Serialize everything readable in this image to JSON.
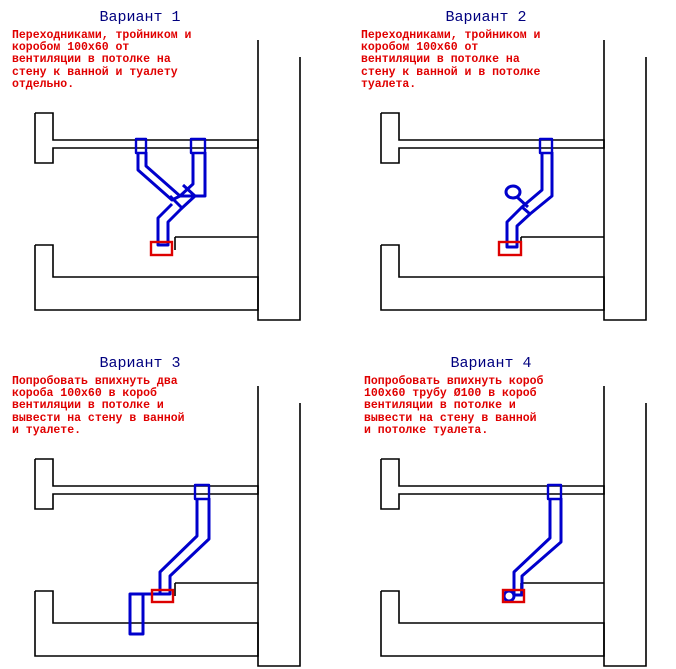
{
  "colors": {
    "wall": "#000000",
    "duct": "#0000cc",
    "marker": "#dd0000",
    "title": "#00007f",
    "text": "#e00000"
  },
  "variants": [
    {
      "title": "Вариант 1",
      "description": "Переходниками, тройником и\nкоробом 100x60 от\nвентиляции в потолке на\nстену к ванной и туалету\nотдельно."
    },
    {
      "title": "Вариант 2",
      "description": "Переходниками, тройником и\nкоробом 100x60 от\nвентиляции в потолке на\nстену к ванной и в потолке\nтуалета."
    },
    {
      "title": "Вариант 3",
      "description": "Попробовать впихнуть два\nкороба 100x60 в короб\nвентиляции в потолке и\nвывести на стену в ванной\nи туалете."
    },
    {
      "title": "Вариант 4",
      "description": "Попробовать впихнуть короб\n100x60 трубу Ø100 в короб\nвентиляции в потолке и\nвывести на стену в ванной\nи потолке туалета."
    }
  ]
}
